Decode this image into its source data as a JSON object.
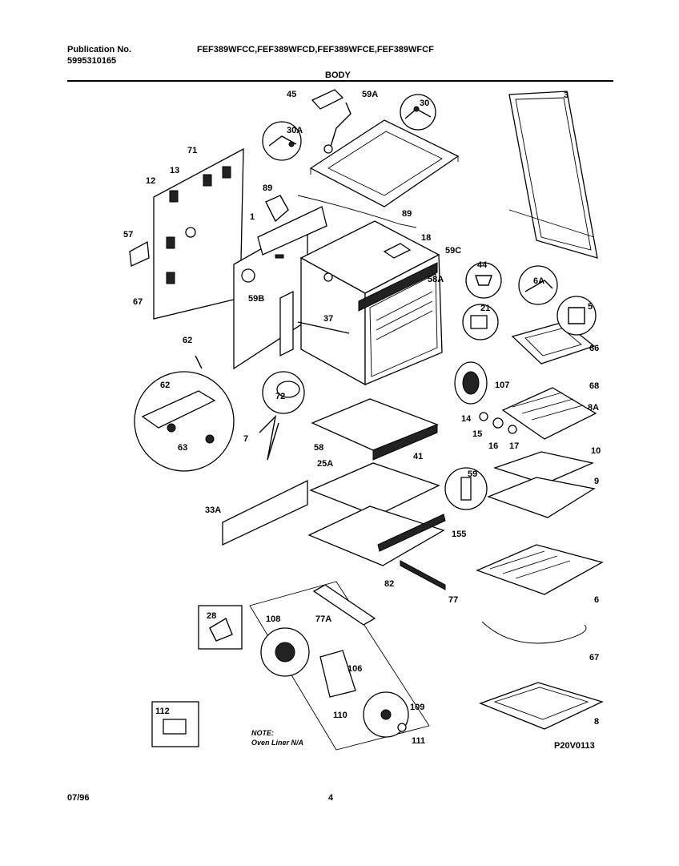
{
  "header": {
    "publication_label": "Publication No.",
    "publication_number": "5995310165",
    "models": "FEF389WFCC,FEF389WFCD,FEF389WFCE,FEF389WFCF",
    "section_title": "BODY"
  },
  "callouts": {
    "c3": "3",
    "c45": "45",
    "c59A": "59A",
    "c30": "30",
    "c30A": "30A",
    "c71": "71",
    "c13": "13",
    "c12": "12",
    "c89a": "89",
    "c89b": "89",
    "c1": "1",
    "c18": "18",
    "c57": "57",
    "c59C": "59C",
    "c44": "44",
    "c58A": "58A",
    "c6A": "6A",
    "c67": "67",
    "c59B": "59B",
    "c5": "5",
    "c21": "21",
    "c37": "37",
    "c62a": "62",
    "c66": "66",
    "c107": "107",
    "c68": "68",
    "c62b": "62",
    "c72": "72",
    "c8A": "8A",
    "c14": "14",
    "c15": "15",
    "c16": "16",
    "c17": "17",
    "c63": "63",
    "c7": "7",
    "c58": "58",
    "c41": "41",
    "c10": "10",
    "c25A": "25A",
    "c59": "59",
    "c9": "9",
    "c33A": "33A",
    "c155": "155",
    "c82": "82",
    "c77": "77",
    "c6": "6",
    "c28": "28",
    "c108": "108",
    "c77A": "77A",
    "c67b": "67",
    "c106": "106",
    "c109": "109",
    "c110": "110",
    "c112": "112",
    "c111": "111",
    "c8": "8"
  },
  "note": {
    "line1": "NOTE:",
    "line2": "Oven Liner N/A"
  },
  "figure_code": "P20V0113",
  "footer": {
    "date": "07/96",
    "page": "4"
  }
}
